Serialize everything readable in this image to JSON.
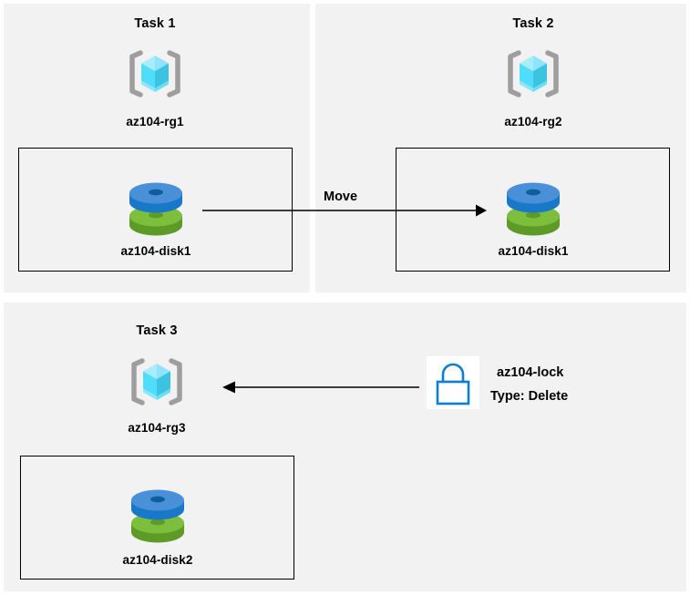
{
  "diagram": {
    "background": "#ffffff",
    "panel_color": "#f2f2f2",
    "border_color": "#000000"
  },
  "panels": [
    {
      "id": "task1",
      "title": "Task 1",
      "resource_group": {
        "label": "az104-rg1",
        "icon": "resource-group-icon"
      },
      "resource": {
        "label": "az104-disk1",
        "icon": "managed-disk-icon"
      }
    },
    {
      "id": "task2",
      "title": "Task 2",
      "resource_group": {
        "label": "az104-rg2",
        "icon": "resource-group-icon"
      },
      "resource": {
        "label": "az104-disk1",
        "icon": "managed-disk-icon"
      }
    },
    {
      "id": "task3",
      "title": "Task 3",
      "resource_group": {
        "label": "az104-rg3",
        "icon": "resource-group-icon"
      },
      "resource": {
        "label": "az104-disk2",
        "icon": "managed-disk-icon"
      }
    }
  ],
  "connectors": {
    "move": {
      "label": "Move",
      "direction": "right"
    },
    "lock_link": {
      "label": "",
      "direction": "left"
    }
  },
  "lock": {
    "icon": "lock-icon",
    "name": "az104-lock",
    "type_line": "Type: Delete"
  },
  "colors": {
    "cube_top": "#9BE7FB",
    "cube_left": "#50DDFA",
    "cube_right": "#3BC0DE",
    "bracket": "#9E9E9E",
    "disk_blue_top": "#4A90D9",
    "disk_blue_side": "#1879C8",
    "disk_green_top": "#7DBE3C",
    "disk_green_side": "#5E9A28",
    "lock_stroke": "#0A7FD6",
    "arrow": "#000000"
  }
}
